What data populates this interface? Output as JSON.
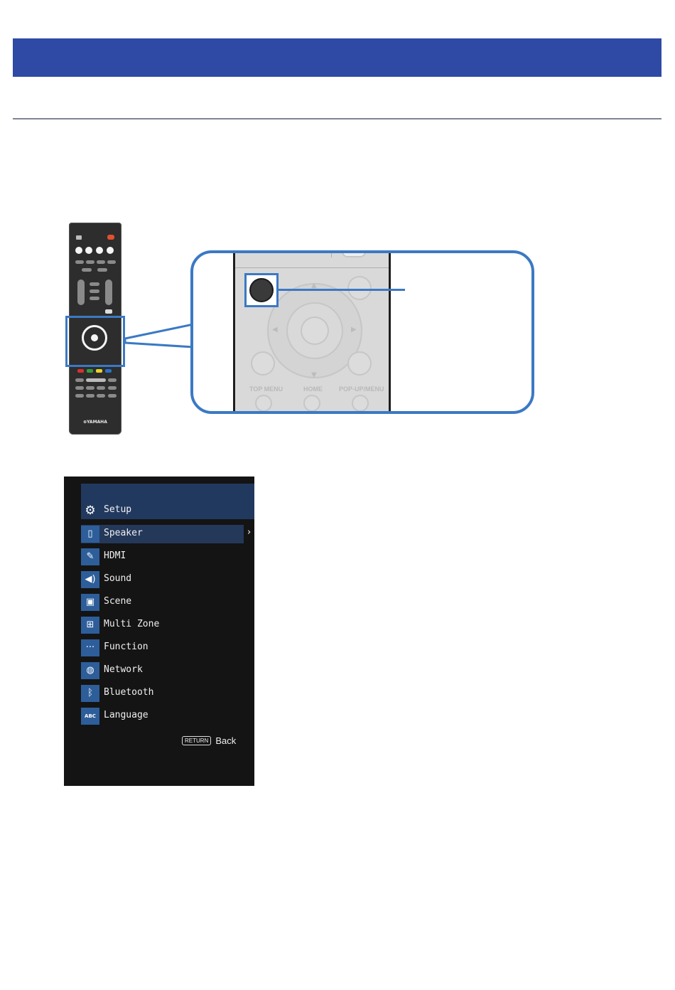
{
  "colors": {
    "header": "#2f4aa5",
    "accent": "#3b79c4",
    "menu_bg": "#141414",
    "menu_highlight": "#24385a",
    "icon_bg": "#2d5e9a"
  },
  "remote": {
    "brand": "⊛YAMAHA",
    "zoom_labels": {
      "top_menu": "TOP MENU",
      "home": "HOME",
      "popup_menu": "POP-UP/MENU"
    }
  },
  "menu": {
    "title": "Setup",
    "title_icon": "gear-icon",
    "items": [
      {
        "label": "Speaker",
        "icon": "speaker-icon",
        "selected": true
      },
      {
        "label": "HDMI",
        "icon": "hdmi-plug-icon"
      },
      {
        "label": "Sound",
        "icon": "volume-icon"
      },
      {
        "label": "Scene",
        "icon": "scene-icon"
      },
      {
        "label": "Multi Zone",
        "icon": "multi-zone-icon"
      },
      {
        "label": "Function",
        "icon": "ellipsis-icon"
      },
      {
        "label": "Network",
        "icon": "globe-icon"
      },
      {
        "label": "Bluetooth",
        "icon": "bluetooth-icon"
      },
      {
        "label": "Language",
        "icon": "abc-icon"
      }
    ],
    "return_key": "RETURN",
    "back_label": "Back"
  }
}
